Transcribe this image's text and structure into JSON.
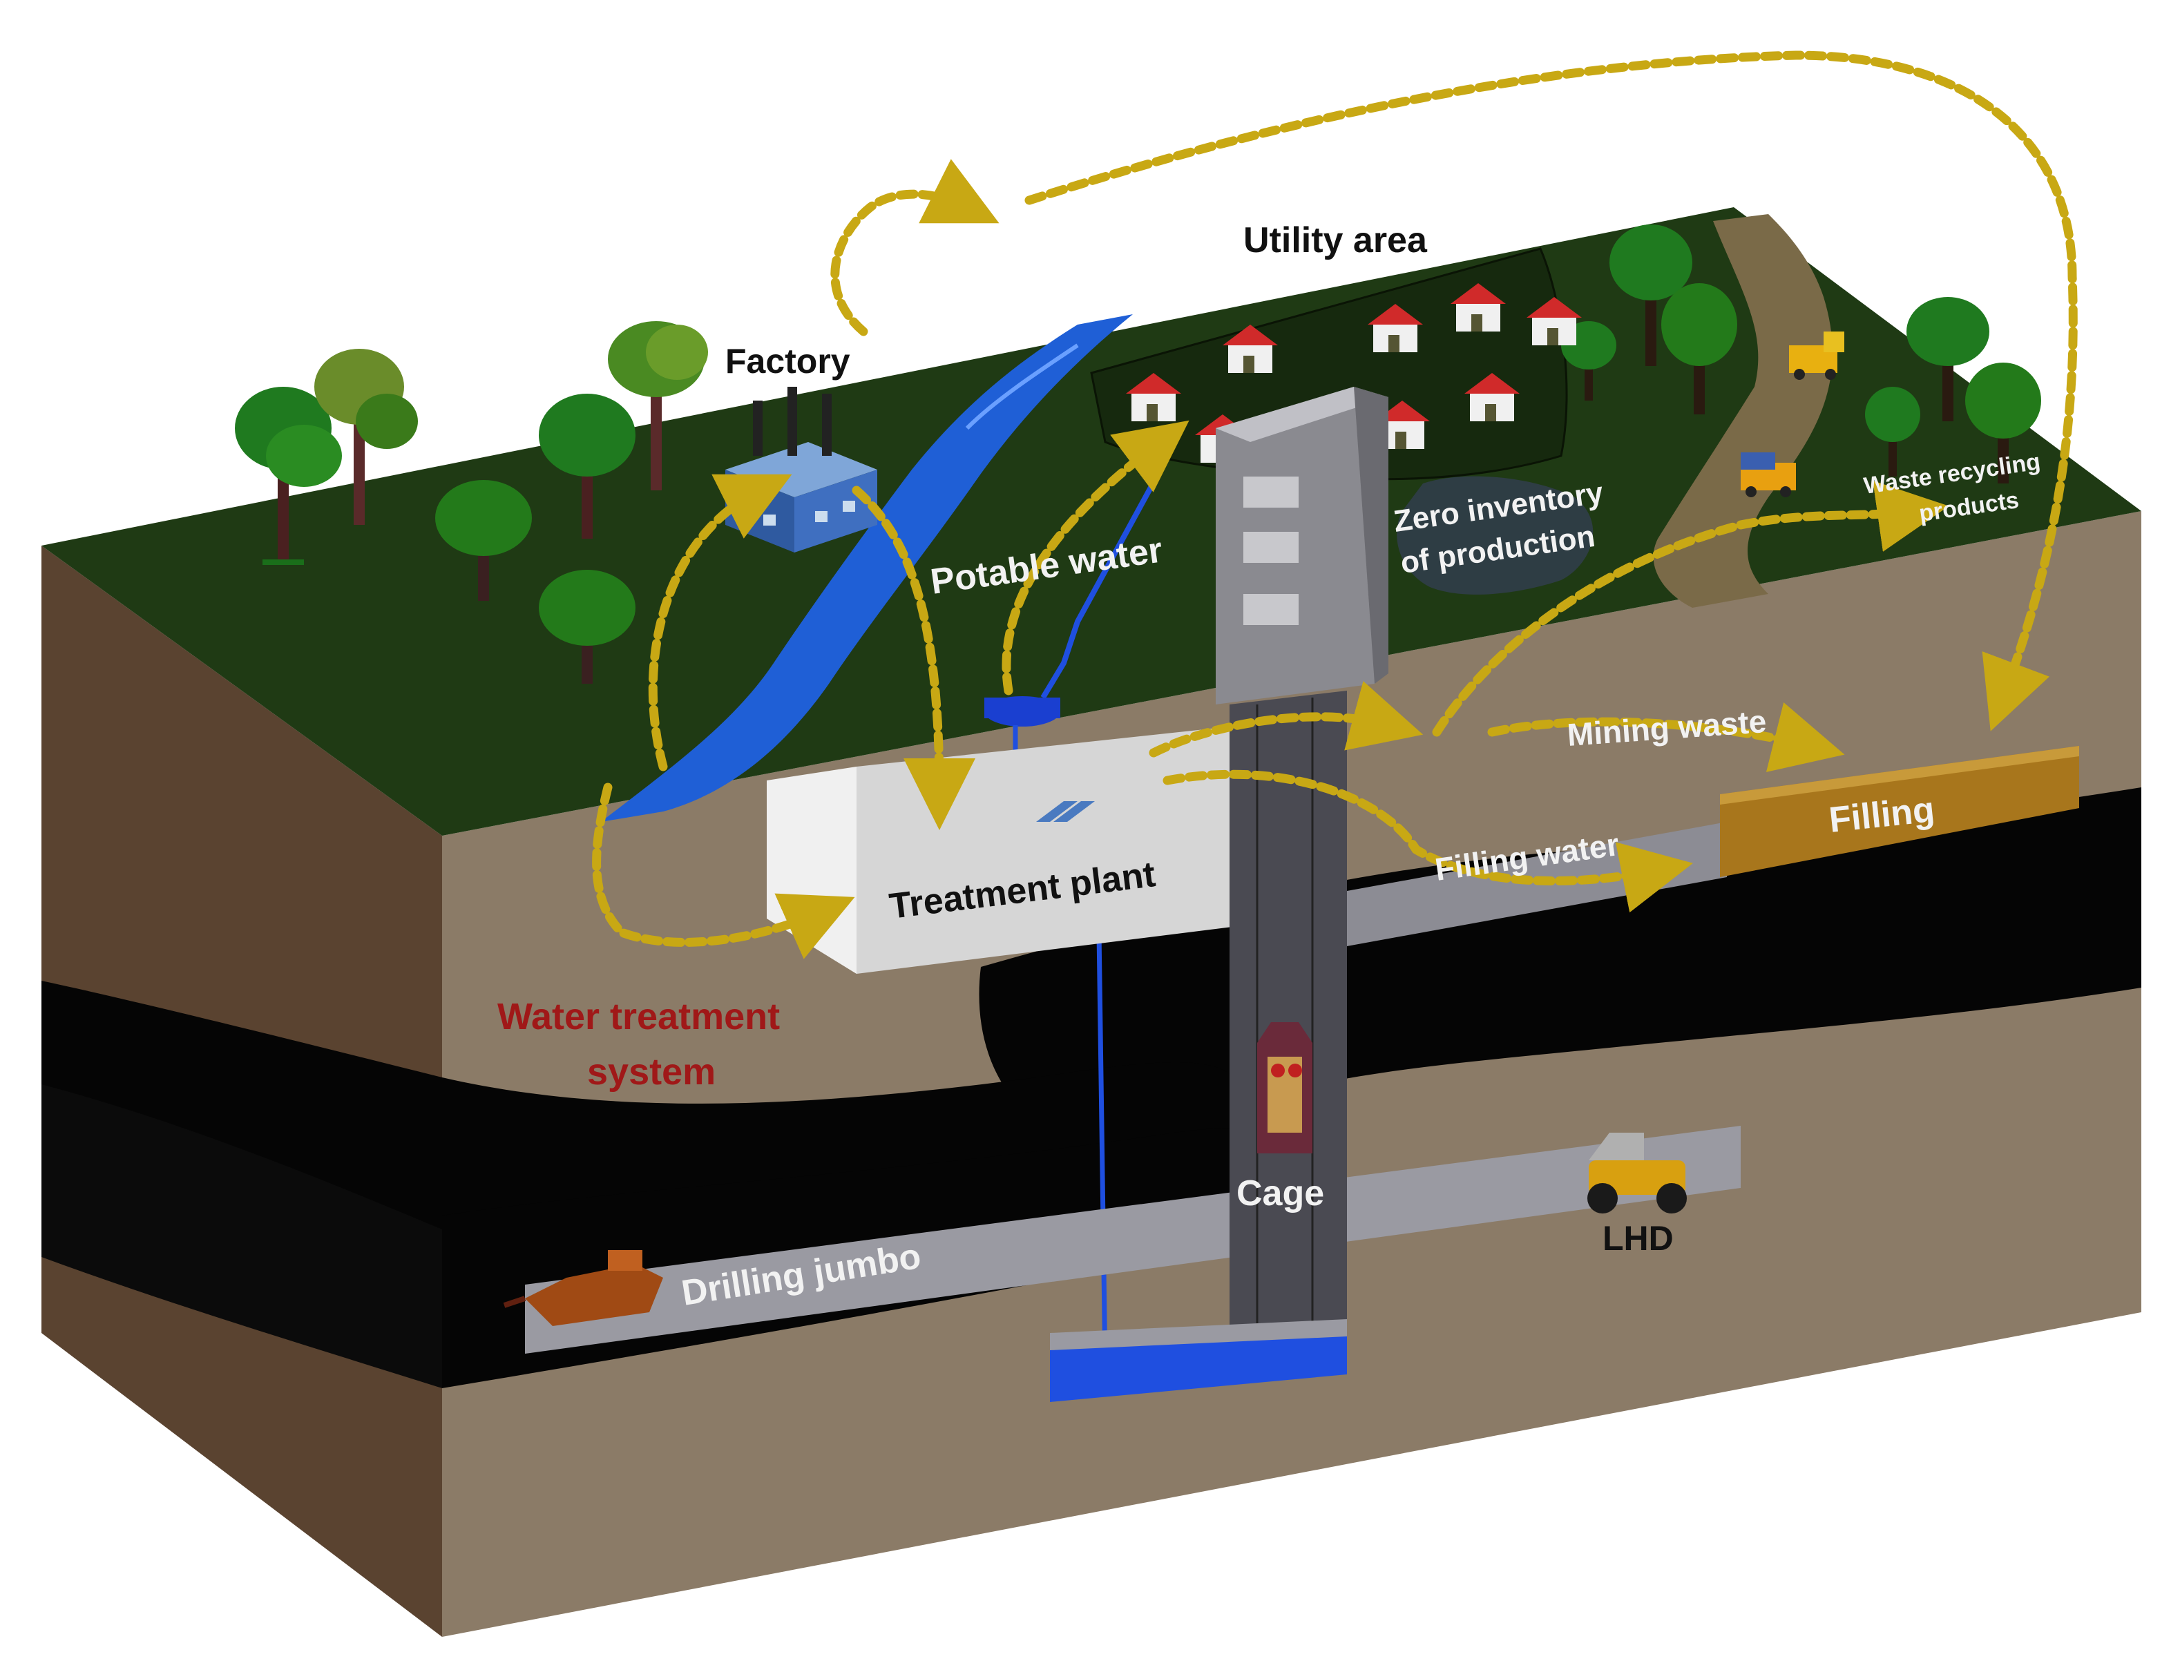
{
  "labels": {
    "utility_area": "Utility area",
    "factory": "Factory",
    "potable_water": "Potable water",
    "zero_inventory_line1": "Zero inventory",
    "zero_inventory_line2": "of production",
    "waste_recycling_line1": "Waste recycling",
    "waste_recycling_line2": "products",
    "mining_waste": "Mining waste",
    "filling": "Filling",
    "filling_water": "Filling water",
    "treatment_plant": "Treatment plant",
    "water_treatment_line1": "Water treatment",
    "water_treatment_line2": "system",
    "cage": "Cage",
    "drilling_jumbo": "Drilling jumbo",
    "lhd": "LHD"
  },
  "colors": {
    "grass": "#1f3a14",
    "soil_front": "#8a7a66",
    "soil_side": "#5a4330",
    "coal_seam": "#050505",
    "river": "#1f5fd6",
    "flow_arrow": "#c8a814",
    "label_dark": "#111111",
    "label_light": "#f2f2f2",
    "label_red": "#a01818",
    "shaft": "#4a4a52",
    "tunnel": "#8c8c94",
    "filling": "#a8761c",
    "treatment_plant": "#d6d6d6"
  },
  "icons": [
    "tree-icon",
    "factory-icon",
    "house-icon",
    "truck-icon",
    "drilling-jumbo-icon",
    "lhd-loader-icon",
    "cage-icon",
    "headframe-icon",
    "water-pipe-icon"
  ]
}
